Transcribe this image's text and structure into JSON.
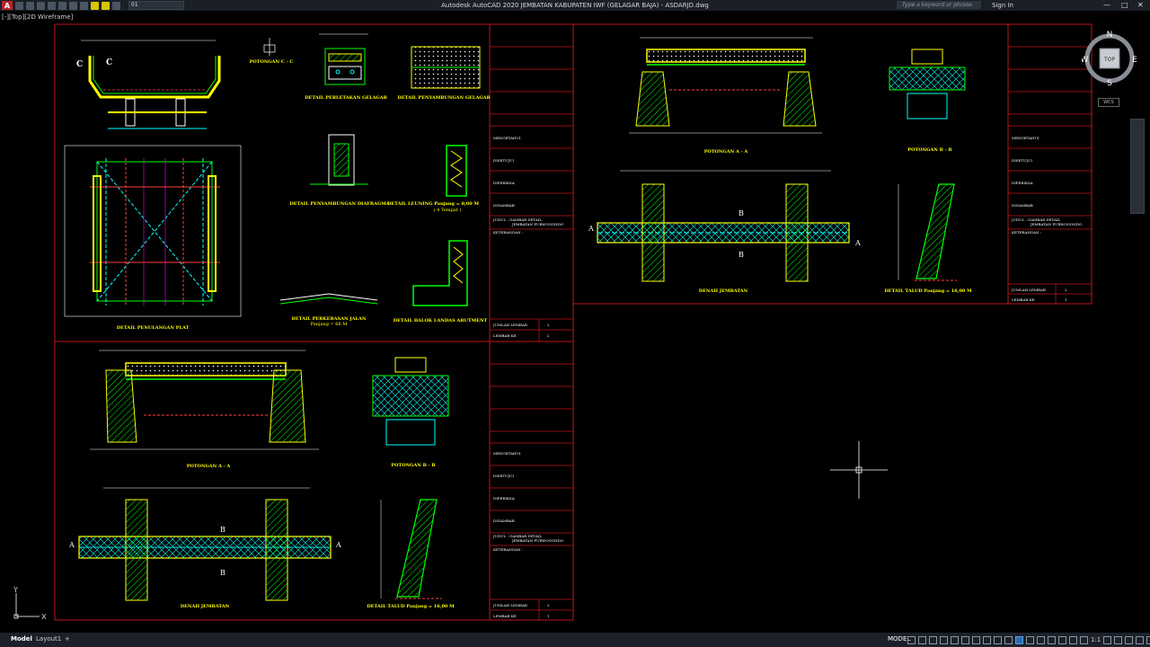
{
  "app": {
    "title": "Autodesk AutoCAD 2020   JEMBATAN KABUPATEN IWF (GELAGAR BAJA) - ASDARJD.dwg",
    "logo": "A",
    "layer_value": "01",
    "search_placeholder": "Type a keyword or phrase",
    "sign_in": "Sign In",
    "view_label": "[-][Top][2D Wireframe]"
  },
  "viewcube": {
    "n": "N",
    "s": "S",
    "e": "E",
    "w": "W",
    "top": "TOP",
    "wcs": "WCS"
  },
  "ucs": {
    "x": "X",
    "y": "Y"
  },
  "status": {
    "tabs": [
      "Model",
      "Layout1"
    ],
    "add_tab": "+",
    "model_right": "MODEL",
    "scale": "1:1"
  },
  "colors": {
    "frame": "#c0151d",
    "yellow": "#ffff00",
    "green": "#00ff00",
    "cyan": "#00ffff",
    "white": "#ffffff",
    "magenta": "#ff00ff"
  },
  "sheet1": {
    "drawings": {
      "d1": "POTONGAN  C - C",
      "d2": "DETAIL PERLETAKAN GELAGAR",
      "d3": "DETAIL PENYAMBUNGAN GELAGAR",
      "d4": "DETAIL PENYAMBUNGAN DIAFRAGMA",
      "d5": "DETAIL LEUNING  Panjang = 8,00 M",
      "d5b": "( 4 Tempat )",
      "d6": "DETAIL PENULANGAN PLAT",
      "d7": "DETAIL PERKERASAN JALAN",
      "d7b": "Panjang = 66 M",
      "d8": "DETAIL BALOK LANDAS ABUTMENT"
    },
    "markers": {
      "c1": "C",
      "c2": "C"
    },
    "titleblock": {
      "r1": "MENGETAHUI",
      "r2": "DISETUJUI",
      "r3": "DIPERIKSA",
      "r4": "DIGAMBAR",
      "r5": "JUDUL :    GAMBAR DETAIL",
      "r5b": "JEMBATAN PURWOGONDO",
      "r6": "KETERANGAN :",
      "r7": "JUMLAH LEMBAR",
      "r7v": "2",
      "r8": "LEMBAR KE",
      "r8v": "2"
    }
  },
  "sheet2": {
    "drawings": {
      "d1": "POTONGAN  A - A",
      "d2": "POTONGAN  B - B",
      "d3": "DENAH JEMBATAN",
      "d4": "DETAIL TALUD  Panjang = 16,00 M"
    },
    "markers": {
      "a1": "A",
      "a2": "A",
      "b1": "B",
      "b2": "B"
    },
    "titleblock": {
      "r1": "MENGETAHUI",
      "r2": "DISETUJUI",
      "r3": "DIPERIKSA",
      "r4": "DIGAMBAR",
      "r5": "JUDUL :    GAMBAR DETAIL",
      "r5b": "JEMBATAN PURWOGONDO",
      "r6": "KETERANGAN :",
      "r7": "JUMLAH LEMBAR",
      "r7v": "2",
      "r8": "LEMBAR KE",
      "r8v": "1"
    }
  },
  "sheet3": {
    "drawings": {
      "d1": "POTONGAN  A - A",
      "d2": "POTONGAN  B - B",
      "d3": "DENAH JEMBATAN",
      "d4": "DETAIL TALUD  Panjang = 16,00 M"
    },
    "markers": {
      "a1": "A",
      "a2": "A",
      "b1": "B",
      "b2": "B"
    },
    "titleblock": {
      "r1": "MENGETAHUI",
      "r2": "DISETUJUI",
      "r3": "DIPERIKSA",
      "r4": "DIGAMBAR",
      "r5": "JUDUL :    GAMBAR DETAIL",
      "r5b": "JEMBATAN PURWOGONDO",
      "r6": "KETERANGAN :",
      "r7": "JUMLAH LEMBAR",
      "r7v": "2",
      "r8": "LEMBAR KE",
      "r8v": "1"
    }
  }
}
